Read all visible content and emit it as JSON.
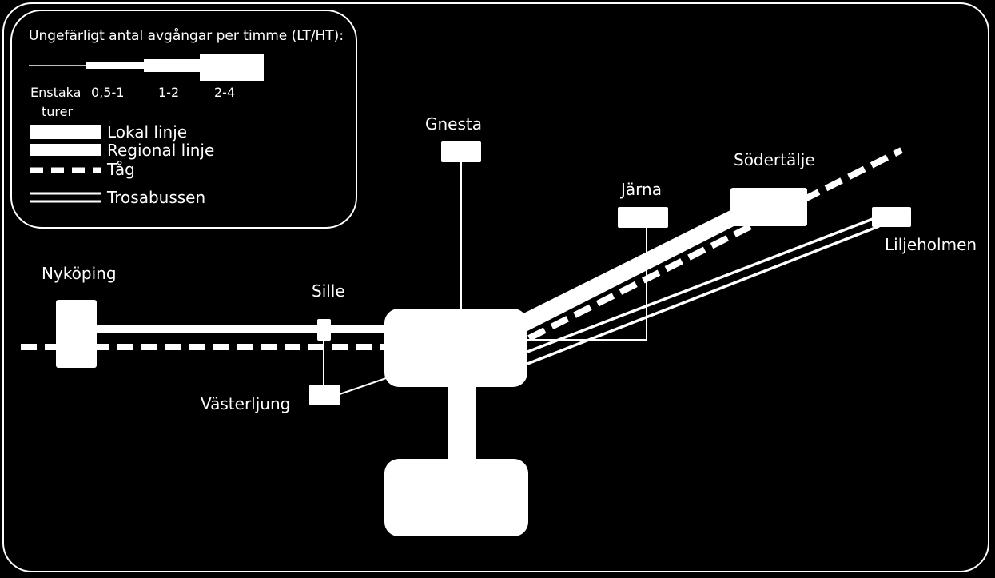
{
  "legend": {
    "title": "Ungefärligt antal avgångar per timme (LT/HT):",
    "frequency_labels": [
      "Enstaka",
      "turer",
      "0,5-1",
      "1-2",
      "2-4"
    ],
    "items": [
      {
        "label": "Lokal linje"
      },
      {
        "label": "Regional linje"
      },
      {
        "label": "Tåg"
      },
      {
        "label": "Trosabussen"
      }
    ]
  },
  "places": {
    "nykoping": "Nyköping",
    "sille": "Sille",
    "vasterljung": "Västerljung",
    "gnesta": "Gnesta",
    "jarna": "Järna",
    "sodertalje": "Södertälje",
    "liljeholmen": "Liljeholmen"
  },
  "colors": {
    "background": "#000000",
    "foreground": "#ffffff"
  }
}
